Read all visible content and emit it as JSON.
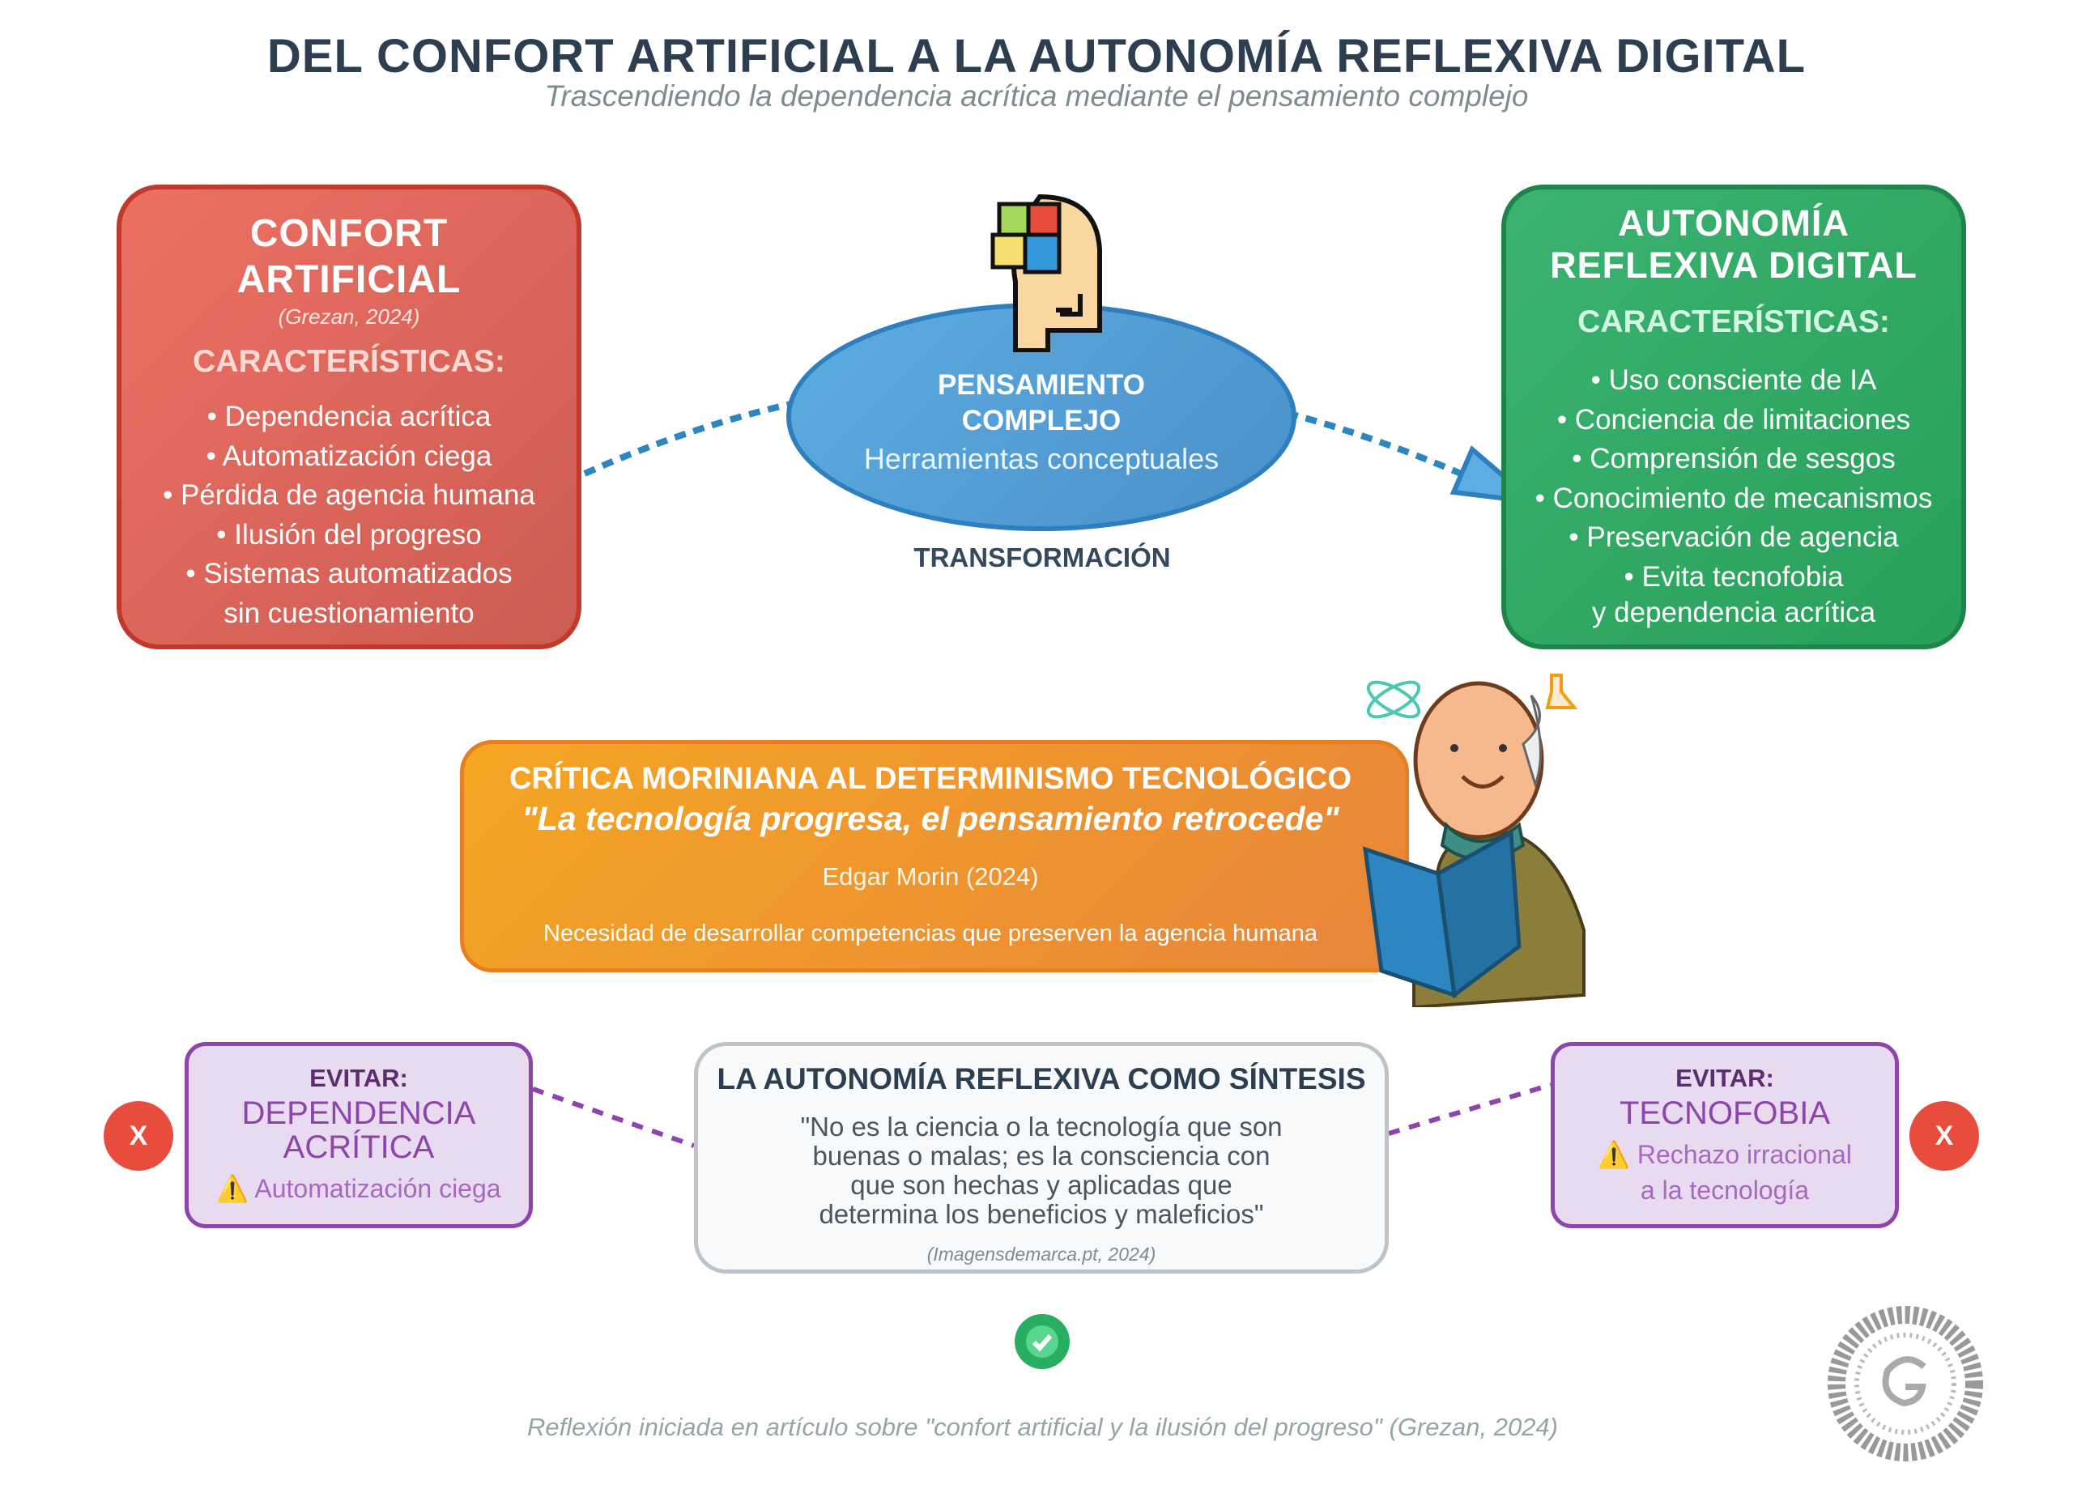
{
  "header": {
    "title": "DEL CONFORT ARTIFICIAL A LA AUTONOMÍA REFLEXIVA DIGITAL",
    "subtitle": "Trascendiendo la dependencia acrítica mediante el pensamiento complejo"
  },
  "left_box": {
    "title_1": "CONFORT",
    "title_2": "ARTIFICIAL",
    "citation": "(Grezan, 2024)",
    "heading": "CARACTERÍSTICAS:",
    "items": [
      "• Dependencia acrítica",
      "• Automatización ciega",
      "• Pérdida de agencia humana",
      "• Ilusión del progreso",
      "• Sistemas automatizados",
      "sin cuestionamiento"
    ]
  },
  "right_box": {
    "title_1": "AUTONOMÍA",
    "title_2": "REFLEXIVA DIGITAL",
    "heading": "CARACTERÍSTICAS:",
    "items": [
      "• Uso consciente de IA",
      "• Conciencia de limitaciones",
      "• Comprensión de sesgos",
      "• Conocimiento de mecanismos",
      "• Preservación de agencia",
      "• Evita tecnofobia",
      "y dependencia acrítica"
    ]
  },
  "center": {
    "title_1": "PENSAMIENTO",
    "title_2": "COMPLEJO",
    "subtitle": "Herramientas conceptuales",
    "label": "TRANSFORMACIÓN",
    "icon": "head-puzzle-icon"
  },
  "critique": {
    "title": "CRÍTICA MORINIANA AL DETERMINISMO TECNOLÓGICO",
    "quote": "\"La tecnología progresa, el pensamiento retrocede\"",
    "author": "Edgar Morin (2024)",
    "note": "Necesidad de desarrollar competencias que preserven la agencia humana"
  },
  "avoid_left": {
    "label": "EVITAR:",
    "title_1": "DEPENDENCIA",
    "title_2": "ACRÍTICA",
    "warning": "Automatización ciega",
    "x": "X"
  },
  "avoid_right": {
    "label": "EVITAR:",
    "title": "TECNOFOBIA",
    "warning_1": "Rechazo irracional",
    "warning_2": "a la tecnología",
    "x": "X"
  },
  "synthesis": {
    "title": "LA AUTONOMÍA REFLEXIVA COMO SÍNTESIS",
    "quote": "\"No es la ciencia o la tecnología que son buenas o malas; es la consciencia con que son hechas y aplicadas que determina los beneficios y maleficios\"",
    "citation": "(Imagensdemarca.pt, 2024)"
  },
  "footer": {
    "text": "Reflexión iniciada en artículo sobre \"confort artificial y la ilusión del progreso\" (Grezan, 2024)"
  },
  "colors": {
    "red": "#e74c3c",
    "green": "#27ae60",
    "blue": "#3498db",
    "orange": "#f39c12",
    "purple": "#8e44ad",
    "dark": "#2c3e50"
  }
}
